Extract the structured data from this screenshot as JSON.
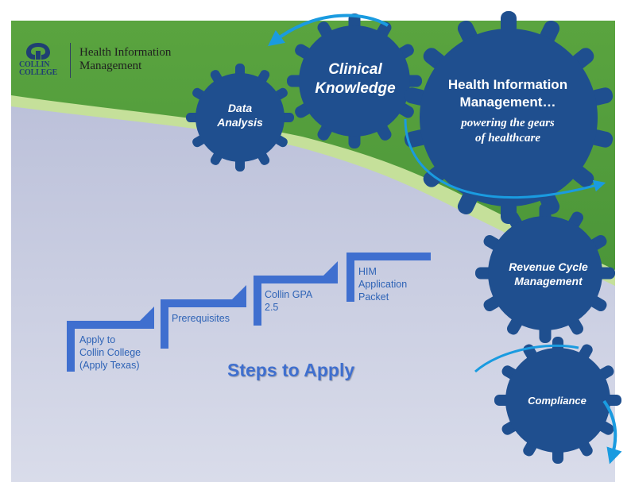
{
  "header": {
    "logo_line1": "COLLIN",
    "logo_line2": "COLLEGE",
    "program_line1": "Health Information",
    "program_line2": "Management"
  },
  "gears": {
    "data_analysis": [
      "Data",
      "Analysis"
    ],
    "clinical": [
      "Clinical",
      "Knowledge"
    ],
    "him_title": [
      "Health Information",
      "Management…"
    ],
    "him_tagline": [
      "powering the gears",
      "of healthcare"
    ],
    "revenue": [
      "Revenue Cycle",
      "Management"
    ],
    "compliance": "Compliance"
  },
  "steps": [
    [
      "Apply to",
      "Collin College",
      "(Apply Texas)"
    ],
    [
      "Prerequisites"
    ],
    [
      "Collin GPA",
      "2.5"
    ],
    [
      "HIM",
      "Application",
      "Packet"
    ]
  ],
  "steps_title": "Steps to Apply",
  "colors": {
    "gear": "#1f4f8f",
    "green": "#4f9a3f",
    "arrow": "#1a9be0",
    "steps_text": "#2e63b6"
  }
}
